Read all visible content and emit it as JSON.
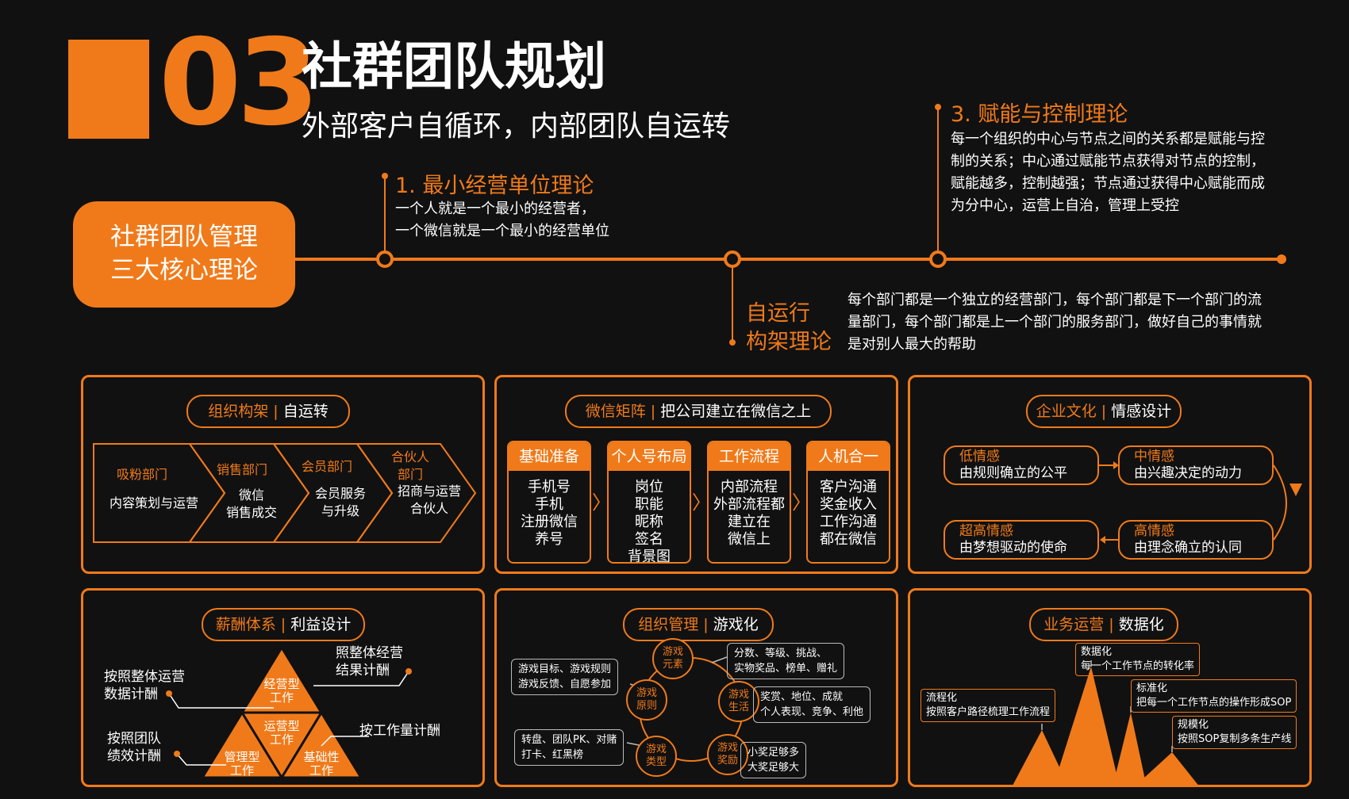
{
  "header": {
    "number": "03",
    "title": "社群团队规划",
    "subtitle": "外部客户自循环，内部团队自运转"
  },
  "core": {
    "line1": "社群团队管理",
    "line2": "三大核心理论"
  },
  "theories": {
    "t1": {
      "title": "1. 最小经营单位理论",
      "lines": [
        "一个人就是一个最小的经营者，",
        "一个微信就是一个最小的经营单位"
      ]
    },
    "t2": {
      "title_l1": "自运行",
      "title_l2": "构架理论",
      "lines": [
        "每个部门都是一个独立的经营部门，每个部门都是下一个部门的流",
        "量部门，每个部门都是上一个部门的服务部门，做好自己的事情就",
        "是对别人最大的帮助"
      ]
    },
    "t3": {
      "title": "3. 赋能与控制理论",
      "lines": [
        "每一个组织的中心与节点之间的关系都是赋能与控",
        "制的关系；中心通过赋能节点获得对节点的控制，",
        "赋能越多，控制越强；节点通过获得中心赋能而成",
        "为分中心，运营上自治，管理上受控"
      ]
    }
  },
  "panel_org": {
    "title_a": "组织构架",
    "title_b": "自运转",
    "depts": [
      {
        "name": "吸粉部门",
        "desc": "内容策划与运营"
      },
      {
        "name": "销售部门",
        "desc": "微信\n销售成交"
      },
      {
        "name": "会员部门",
        "desc": "会员服务\n与升级"
      },
      {
        "name": "合伙人\n部门",
        "desc": "招商与运营\n合伙人"
      }
    ]
  },
  "panel_wechat": {
    "title_a": "微信矩阵",
    "title_b": "把公司建立在微信之上",
    "cols": [
      {
        "head": "基础准备",
        "body": "手机号\n手机\n注册微信\n养号"
      },
      {
        "head": "个人号布局",
        "body": "岗位\n职能\n昵称\n签名\n背景图"
      },
      {
        "head": "工作流程",
        "body": "内部流程\n外部流程都\n建立在\n微信上"
      },
      {
        "head": "人机合一",
        "body": "客户沟通\n奖金收入\n工作沟通\n都在微信"
      }
    ],
    "arrow": "〉"
  },
  "panel_culture": {
    "title_a": "企业文化",
    "title_b": "情感设计",
    "items": [
      {
        "name": "低情感",
        "desc": "由规则确立的公平"
      },
      {
        "name": "中情感",
        "desc": "由兴趣决定的动力"
      },
      {
        "name": "高情感",
        "desc": "由理念确立的认同"
      },
      {
        "name": "超高情感",
        "desc": "由梦想驱动的使命"
      }
    ]
  },
  "panel_salary": {
    "title_a": "薪酬体系",
    "title_b": "利益设计",
    "tri": {
      "top": "经营型\n工作",
      "mid": "运营型\n工作",
      "bl": "管理型\n工作",
      "br": "基础性\n工作"
    },
    "labels": {
      "tl": "按照整体运营\n数据计酬",
      "tr": "照整体经营\n结果计酬",
      "bl": "按照团队\n绩效计酬",
      "br": "按工作量计酬"
    }
  },
  "panel_game": {
    "title_a": "组织管理",
    "title_b": "游戏化",
    "circles": [
      {
        "id": "c1",
        "text": "游戏\n元素"
      },
      {
        "id": "c2",
        "text": "游戏\n生活"
      },
      {
        "id": "c3",
        "text": "游戏\n奖励"
      },
      {
        "id": "c4",
        "text": "游戏\n类型"
      },
      {
        "id": "c5",
        "text": "游戏\n原则"
      }
    ],
    "boxes": [
      {
        "id": "b1",
        "text": "分数、等级、挑战、\n实物奖品、榜单、赠礼"
      },
      {
        "id": "b2",
        "text": "奖赏、地位、成就\n个人表现、竞争、利他"
      },
      {
        "id": "b3",
        "text": "小奖足够多\n大奖足够大"
      },
      {
        "id": "b4",
        "text": "转盘、团队PK、对赌\n打卡、红黑榜"
      },
      {
        "id": "b5",
        "text": "游戏目标、游戏规则\n游戏反馈、自愿参加"
      }
    ]
  },
  "panel_biz": {
    "title_a": "业务运营",
    "title_b": "数据化",
    "items": [
      {
        "name": "数据化",
        "desc": "每一个工作节点的转化率"
      },
      {
        "name": "流程化",
        "desc": "按照客户路径梳理工作流程"
      },
      {
        "name": "标准化",
        "desc": "把每一个工作节点的操作形成SOP"
      },
      {
        "name": "规模化",
        "desc": "按照SOP复制多条生产线"
      }
    ]
  },
  "colors": {
    "accent": "#F07A1A",
    "background": "#111111",
    "text": "#FFFFFF"
  }
}
